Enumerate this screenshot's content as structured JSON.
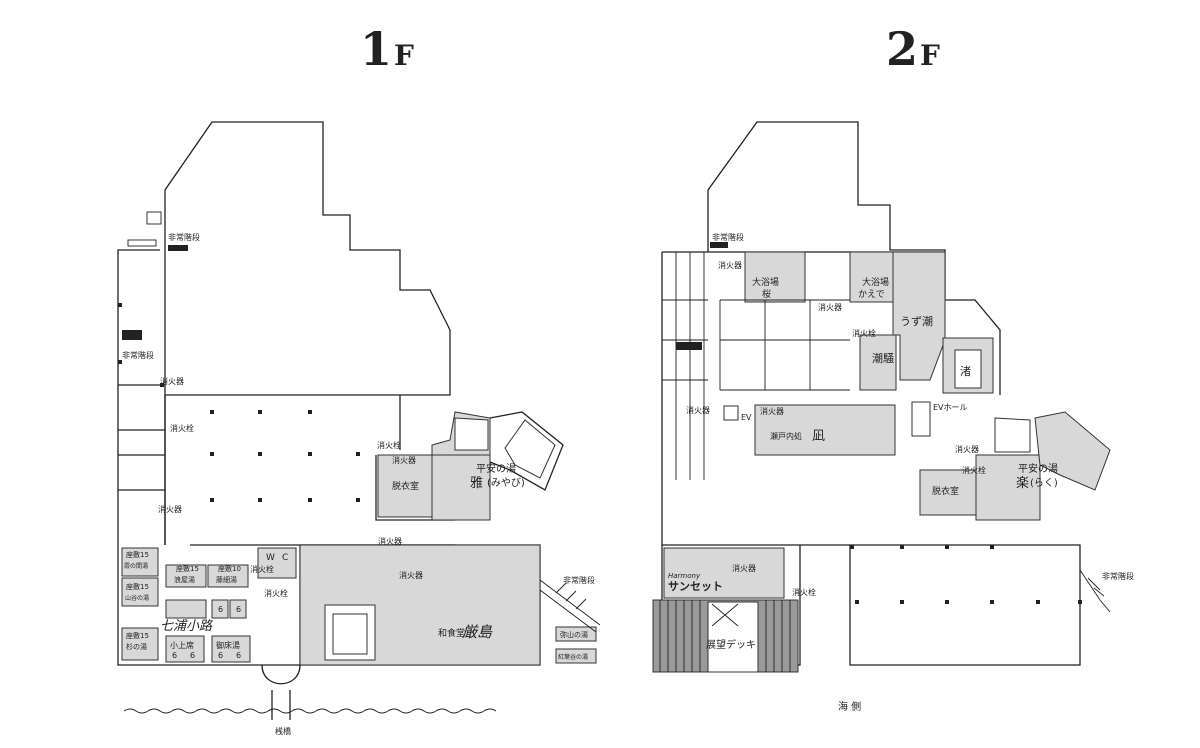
{
  "floors": {
    "f1": {
      "title_num": "1",
      "title_unit": "F",
      "labels": {
        "exit_top": "非常階段",
        "exit_left": "非常階段",
        "exit_right": "非常階段",
        "ext_a": "消火器",
        "ext_b": "消火器",
        "ext_c": "消火器",
        "ext_d": "消火器",
        "ext_e": "消火器",
        "hyd_a": "消火栓",
        "hyd_b": "消火栓",
        "hyd_c": "消火栓",
        "hyd_d": "消火栓",
        "dressing": "脱衣室",
        "bath_heian": "平安の湯",
        "bath_miyabi": "雅",
        "bath_miyabi_kana": "(みやび)",
        "zashiki_a": "座敷15",
        "zashiki_a_sub": "霞の間湯",
        "zashiki_b": "座敷15",
        "zashiki_b_sub": "浪屋湯",
        "zashiki_c": "座敷10",
        "zashiki_c_sub": "藤細湯",
        "zashiki_d": "座敷15",
        "zashiki_d_sub": "山谷の湯",
        "zashiki_e": "座敷15",
        "zashiki_e_sub": "杉の湯",
        "alley": "七浦小路",
        "small_a": "小上席",
        "small_b": "御床湯",
        "six_a": "6",
        "six_b": "6",
        "six_c": "6",
        "six_d": "6",
        "six_e": "6",
        "six_f": "6",
        "wc_w": "W",
        "wc_c": "C",
        "restaurant": "和食堂",
        "restaurant_name": "厳島",
        "legend_a": "弥山の湯",
        "legend_b": "紅葉谷の湯",
        "pier": "桟橋"
      }
    },
    "f2": {
      "title_num": "2",
      "title_unit": "F",
      "labels": {
        "exit_top": "非常階段",
        "exit_right": "非常階段",
        "ext_a": "消火器",
        "ext_b": "消火器",
        "ext_c": "消火器",
        "ext_d": "消火器",
        "ext_e": "消火器",
        "ext_f": "消火器",
        "hyd_a": "消火栓",
        "hyd_b": "消火栓",
        "hyd_c": "消火栓",
        "bath_sakura": "大浴場",
        "bath_sakura_name": "桜",
        "bath_kaede": "大浴場",
        "bath_kaede_name": "かえで",
        "uzushio": "うず潮",
        "shiosai": "潮騒",
        "nagisa": "渚",
        "ev": "EV",
        "ev_hall": "EVホール",
        "setouchi": "瀬戸内処",
        "nagi": "凪",
        "dressing": "脱衣室",
        "bath_heian": "平安の湯",
        "bath_raku": "楽",
        "bath_raku_kana": "(らく)",
        "sunset_script": "Harmony",
        "sunset": "サンセット",
        "deck": "展望デッキ",
        "sea_side": "海 側"
      }
    }
  }
}
